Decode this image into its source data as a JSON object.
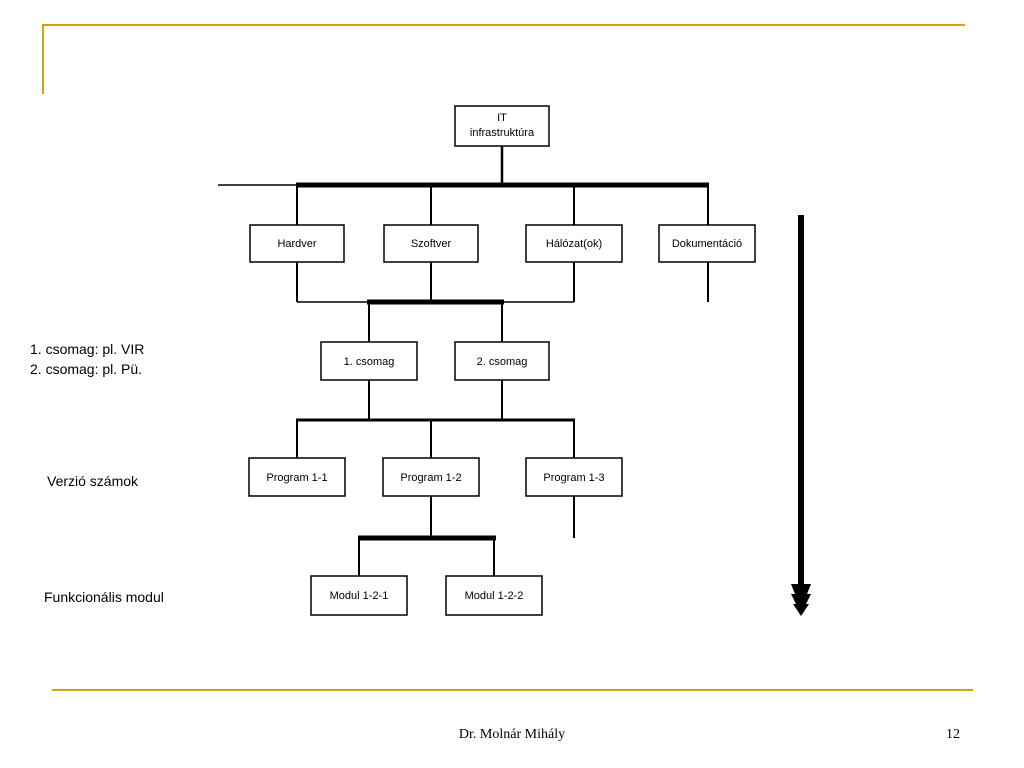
{
  "diagram": {
    "nodes": {
      "root": [
        "IT",
        "infrastruktúra"
      ],
      "hardver": "Hardver",
      "szoftver": "Szoftver",
      "halozat": "Hálózat(ok)",
      "dokumentacio": "Dokumentáció",
      "csomag1": "1. csomag",
      "csomag2": "2. csomag",
      "program11": "Program 1-1",
      "program12": "Program 1-2",
      "program13": "Program 1-3",
      "modul121": "Modul 1-2-1",
      "modul122": "Modul 1-2-2"
    }
  },
  "labels": {
    "packages_line1": "1. csomag: pl. VIR",
    "packages_line2": "2. csomag: pl. Pü.",
    "versions": "Verzió számok",
    "modules": "Funkcionális modul"
  },
  "footer": {
    "author": "Dr. Molnár Mihály",
    "page": "12"
  },
  "colors": {
    "accent": "#D4A017"
  }
}
